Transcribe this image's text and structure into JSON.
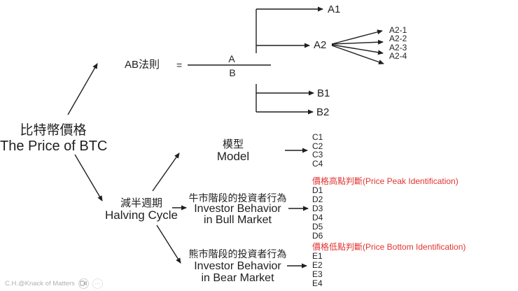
{
  "colors": {
    "ink": "#1f1f1f",
    "red_heading": "#e03531",
    "watermark": "#b0b0b0"
  },
  "root": {
    "zh": "比特幣價格",
    "en": "The Price of BTC"
  },
  "ab_rule": {
    "label": "AB法則",
    "equals": "=",
    "numerator": "A",
    "denominator": "B"
  },
  "branches": {
    "a1": "A1",
    "a2": "A2",
    "a2_children": [
      "A2-1",
      "A2-2",
      "A2-3",
      "A2-4"
    ],
    "b1": "B1",
    "b2": "B2"
  },
  "halving": {
    "zh": "減半週期",
    "en": "Halving Cycle"
  },
  "model": {
    "zh": "模型",
    "en": "Model",
    "items": [
      "C1",
      "C2",
      "C3",
      "C4"
    ]
  },
  "bull": {
    "zh": "牛市階段的投資者行為",
    "en_line1": "Investor Behavior",
    "en_line2": "in Bull Market",
    "heading": "價格高點判斷(Price Peak Identification)",
    "items": [
      "D1",
      "D2",
      "D3",
      "D4",
      "D5",
      "D6"
    ]
  },
  "bear": {
    "zh": "熊市階段的投資者行為",
    "en_line1": "Investor Behavior",
    "en_line2": "in Bear Market",
    "heading": "價格低點判斷(Price Bottom Identification)",
    "items": [
      "E1",
      "E2",
      "E3",
      "E4"
    ]
  },
  "watermark": {
    "text": "C.H.@Knack of Matters",
    "camera_icon": "camera",
    "more_icon": "⋯"
  }
}
